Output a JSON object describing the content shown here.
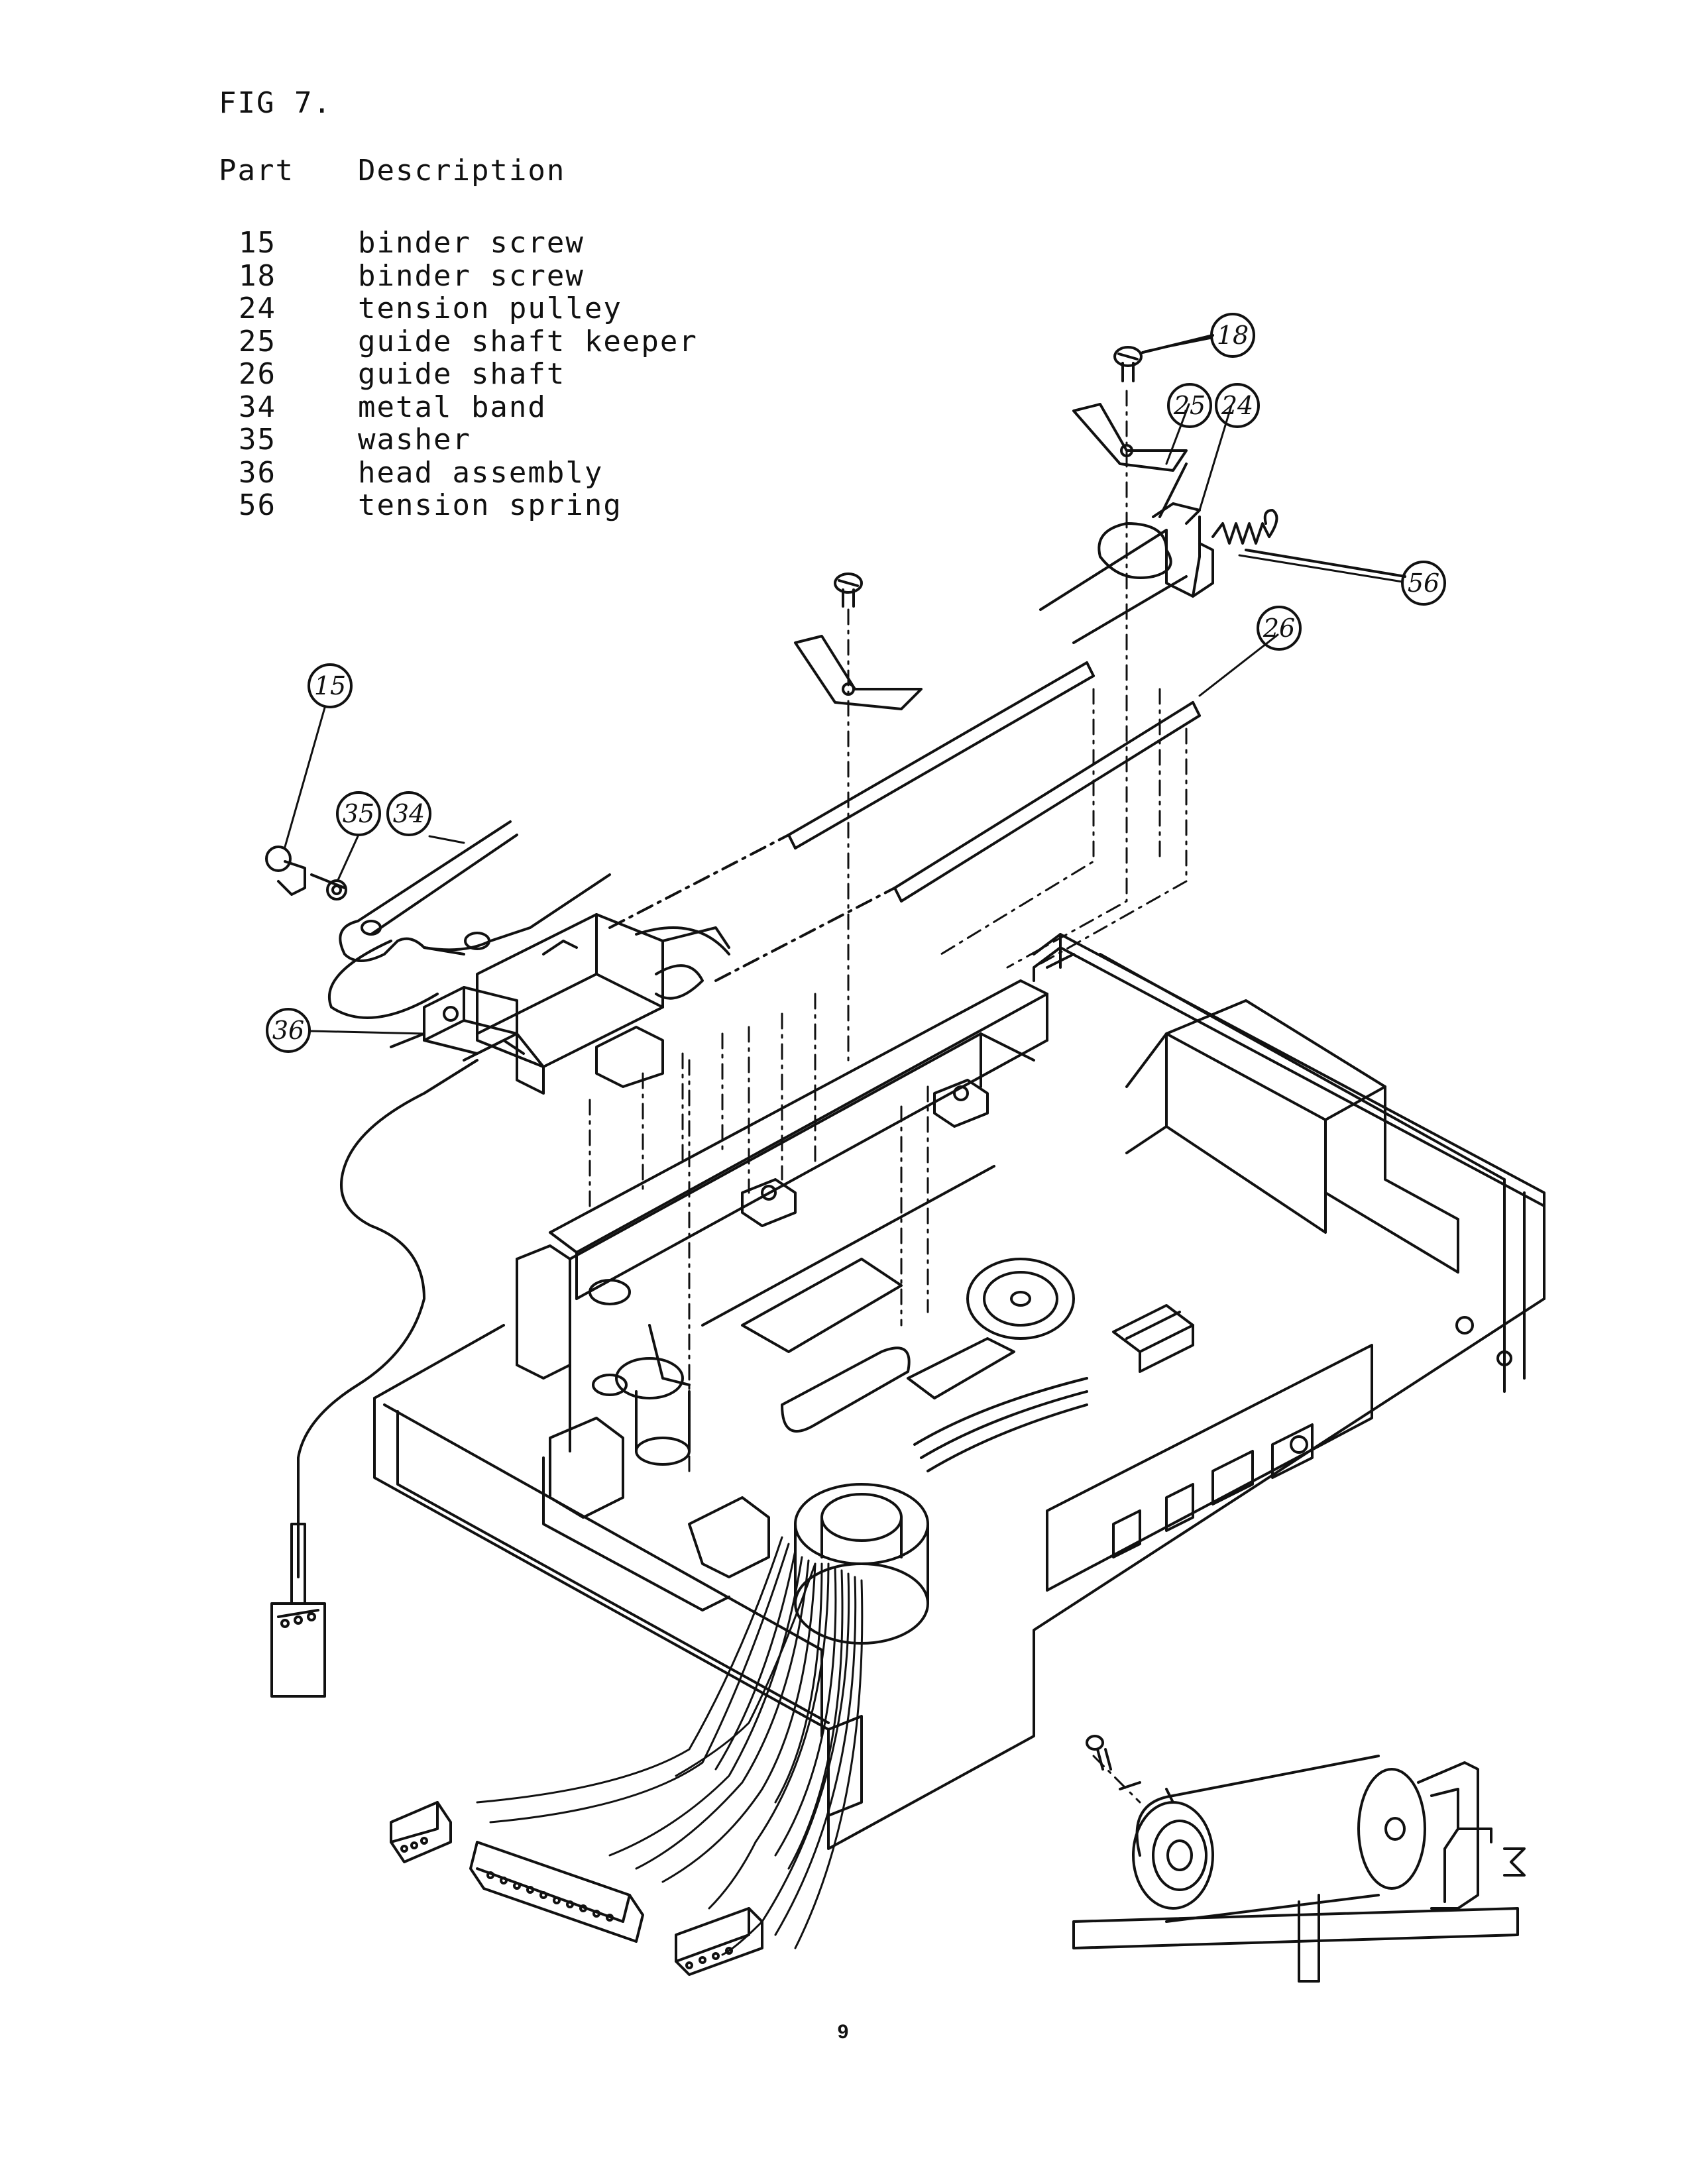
{
  "figure": {
    "title": "FIG 7."
  },
  "parts_table": {
    "header_part": "Part",
    "header_description": "Description",
    "rows": [
      {
        "part": "15",
        "description": "binder screw"
      },
      {
        "part": "18",
        "description": "binder screw"
      },
      {
        "part": "24",
        "description": "tension pulley"
      },
      {
        "part": "25",
        "description": "guide shaft keeper"
      },
      {
        "part": "26",
        "description": "guide shaft"
      },
      {
        "part": "34",
        "description": "metal band"
      },
      {
        "part": "35",
        "description": "washer"
      },
      {
        "part": "36",
        "description": "head assembly"
      },
      {
        "part": "56",
        "description": "tension spring"
      }
    ]
  },
  "callouts": {
    "c15": "15",
    "c18": "18",
    "c24": "24",
    "c25": "25",
    "c26": "26",
    "c34": "34",
    "c35": "35",
    "c36": "36",
    "c56": "56"
  },
  "page_number": "9"
}
